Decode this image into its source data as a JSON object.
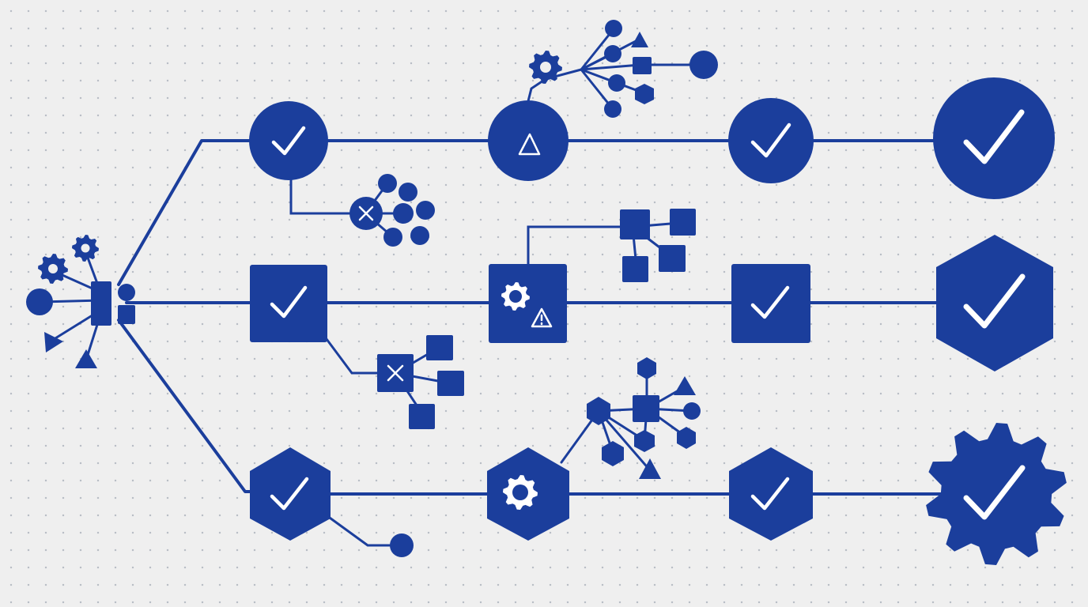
{
  "diagram": {
    "colors": {
      "primary": "#1b3e9c",
      "background": "#efefef",
      "glyph": "#ffffff",
      "grid_dots": "#b9bec6"
    },
    "origin": {
      "icon": "branching-hub-icon",
      "description_icons": [
        "gear-icon",
        "gear-icon",
        "circle-icon",
        "triangle-icon",
        "square-icon"
      ]
    },
    "lanes": [
      {
        "id": "top",
        "nodes": [
          {
            "shape": "circle",
            "glyph": "check-icon",
            "status": "complete"
          },
          {
            "shape": "circle",
            "glyph": "warning-triangle-icon",
            "status": "warning"
          },
          {
            "shape": "circle",
            "glyph": "check-icon",
            "status": "complete"
          },
          {
            "shape": "circle",
            "glyph": "check-icon",
            "status": "final-complete"
          }
        ]
      },
      {
        "id": "middle",
        "nodes": [
          {
            "shape": "square",
            "glyph": "check-icon",
            "status": "complete"
          },
          {
            "shape": "square",
            "glyph": "gear-warning-icon",
            "status": "warning"
          },
          {
            "shape": "square",
            "glyph": "check-icon",
            "status": "complete"
          },
          {
            "shape": "hexagon",
            "glyph": "check-icon",
            "status": "final-complete"
          }
        ]
      },
      {
        "id": "bottom",
        "nodes": [
          {
            "shape": "hexagon",
            "glyph": "check-icon",
            "status": "complete"
          },
          {
            "shape": "hexagon",
            "glyph": "gear-icon",
            "status": "processing"
          },
          {
            "shape": "hexagon",
            "glyph": "check-icon",
            "status": "complete"
          },
          {
            "shape": "gear",
            "glyph": "check-icon",
            "status": "final-complete"
          }
        ]
      }
    ],
    "side_branches": [
      {
        "from": "top-node-1",
        "glyph": "x-icon",
        "kind": "circle-cluster",
        "status": "failed"
      },
      {
        "from": "middle-node-1",
        "glyph": "x-icon",
        "kind": "square-cluster",
        "status": "failed"
      },
      {
        "from": "bottom-node-1",
        "glyph": null,
        "kind": "dead-end-dot",
        "status": "ended"
      },
      {
        "from": "top-node-2",
        "glyph": "gear-icon",
        "kind": "fan-out-tree",
        "status": "branching"
      },
      {
        "from": "middle-node-2",
        "glyph": null,
        "kind": "square-cluster",
        "status": "branching"
      },
      {
        "from": "bottom-node-2",
        "glyph": null,
        "kind": "fan-out-tree",
        "status": "branching"
      }
    ]
  }
}
